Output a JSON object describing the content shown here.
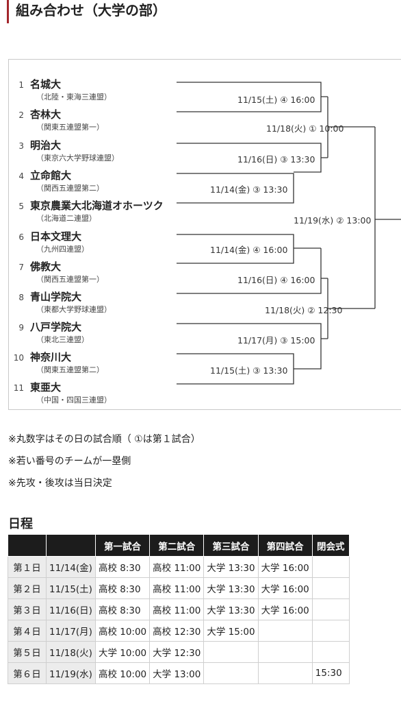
{
  "page": {
    "title": "組み合わせ（大学の部）"
  },
  "teams": [
    {
      "num": "1",
      "name": "名城大",
      "league": "（北陸・東海三連盟）"
    },
    {
      "num": "2",
      "name": "杏林大",
      "league": "（関東五連盟第一）"
    },
    {
      "num": "3",
      "name": "明治大",
      "league": "（東京六大学野球連盟）"
    },
    {
      "num": "4",
      "name": "立命館大",
      "league": "（関西五連盟第二）"
    },
    {
      "num": "5",
      "name": "東京農業大北海道オホーツク",
      "league": "（北海道二連盟）"
    },
    {
      "num": "6",
      "name": "日本文理大",
      "league": "（九州四連盟）"
    },
    {
      "num": "7",
      "name": "佛教大",
      "league": "（関西五連盟第一）"
    },
    {
      "num": "8",
      "name": "青山学院大",
      "league": "（東都大学野球連盟）"
    },
    {
      "num": "9",
      "name": "八戸学院大",
      "league": "（東北三連盟）"
    },
    {
      "num": "10",
      "name": "神奈川大",
      "league": "（関東五連盟第二）"
    },
    {
      "num": "11",
      "name": "東亜大",
      "league": "（中国・四国三連盟）"
    }
  ],
  "matches": {
    "m1": "11/15(土) ④ 16:00",
    "m2": "11/18(火) ① 10:00",
    "m3": "11/16(日) ③ 13:30",
    "m4": "11/14(金) ③ 13:30",
    "m5": "11/19(水) ② 13:00",
    "m6": "11/14(金) ④ 16:00",
    "m7": "11/16(日) ④ 16:00",
    "m8": "11/18(火) ② 12:30",
    "m9": "11/17(月) ③ 15:00",
    "m10": "11/15(土) ③ 13:30"
  },
  "notes": [
    "※丸数字はその日の試合順（ ①は第１試合）",
    "※若い番号のチームが一塁側",
    "※先攻・後攻は当日決定"
  ],
  "schedule": {
    "title": "日程",
    "headers": [
      "",
      "",
      "第一試合",
      "第二試合",
      "第三試合",
      "第四試合",
      "閉会式"
    ],
    "rows": [
      [
        "第１日",
        "11/14(金)",
        "高校 8:30",
        "高校 11:00",
        "大学 13:30",
        "大学 16:00",
        ""
      ],
      [
        "第２日",
        "11/15(土)",
        "高校 8:30",
        "高校 11:00",
        "大学 13:30",
        "大学 16:00",
        ""
      ],
      [
        "第３日",
        "11/16(日)",
        "高校 8:30",
        "高校 11:00",
        "大学 13:30",
        "大学 16:00",
        ""
      ],
      [
        "第４日",
        "11/17(月)",
        "高校 10:00",
        "高校 12:30",
        "大学 15:00",
        "",
        ""
      ],
      [
        "第５日",
        "11/18(火)",
        "大学 10:00",
        "大学 12:30",
        "",
        "",
        ""
      ],
      [
        "第６日",
        "11/19(水)",
        "高校 10:00",
        "大学 13:00",
        "",
        "",
        "15:30"
      ]
    ]
  },
  "colors": {
    "accent": "#a3262c",
    "header_bg": "#1c1c1c",
    "cell_bg": "#ececec"
  }
}
